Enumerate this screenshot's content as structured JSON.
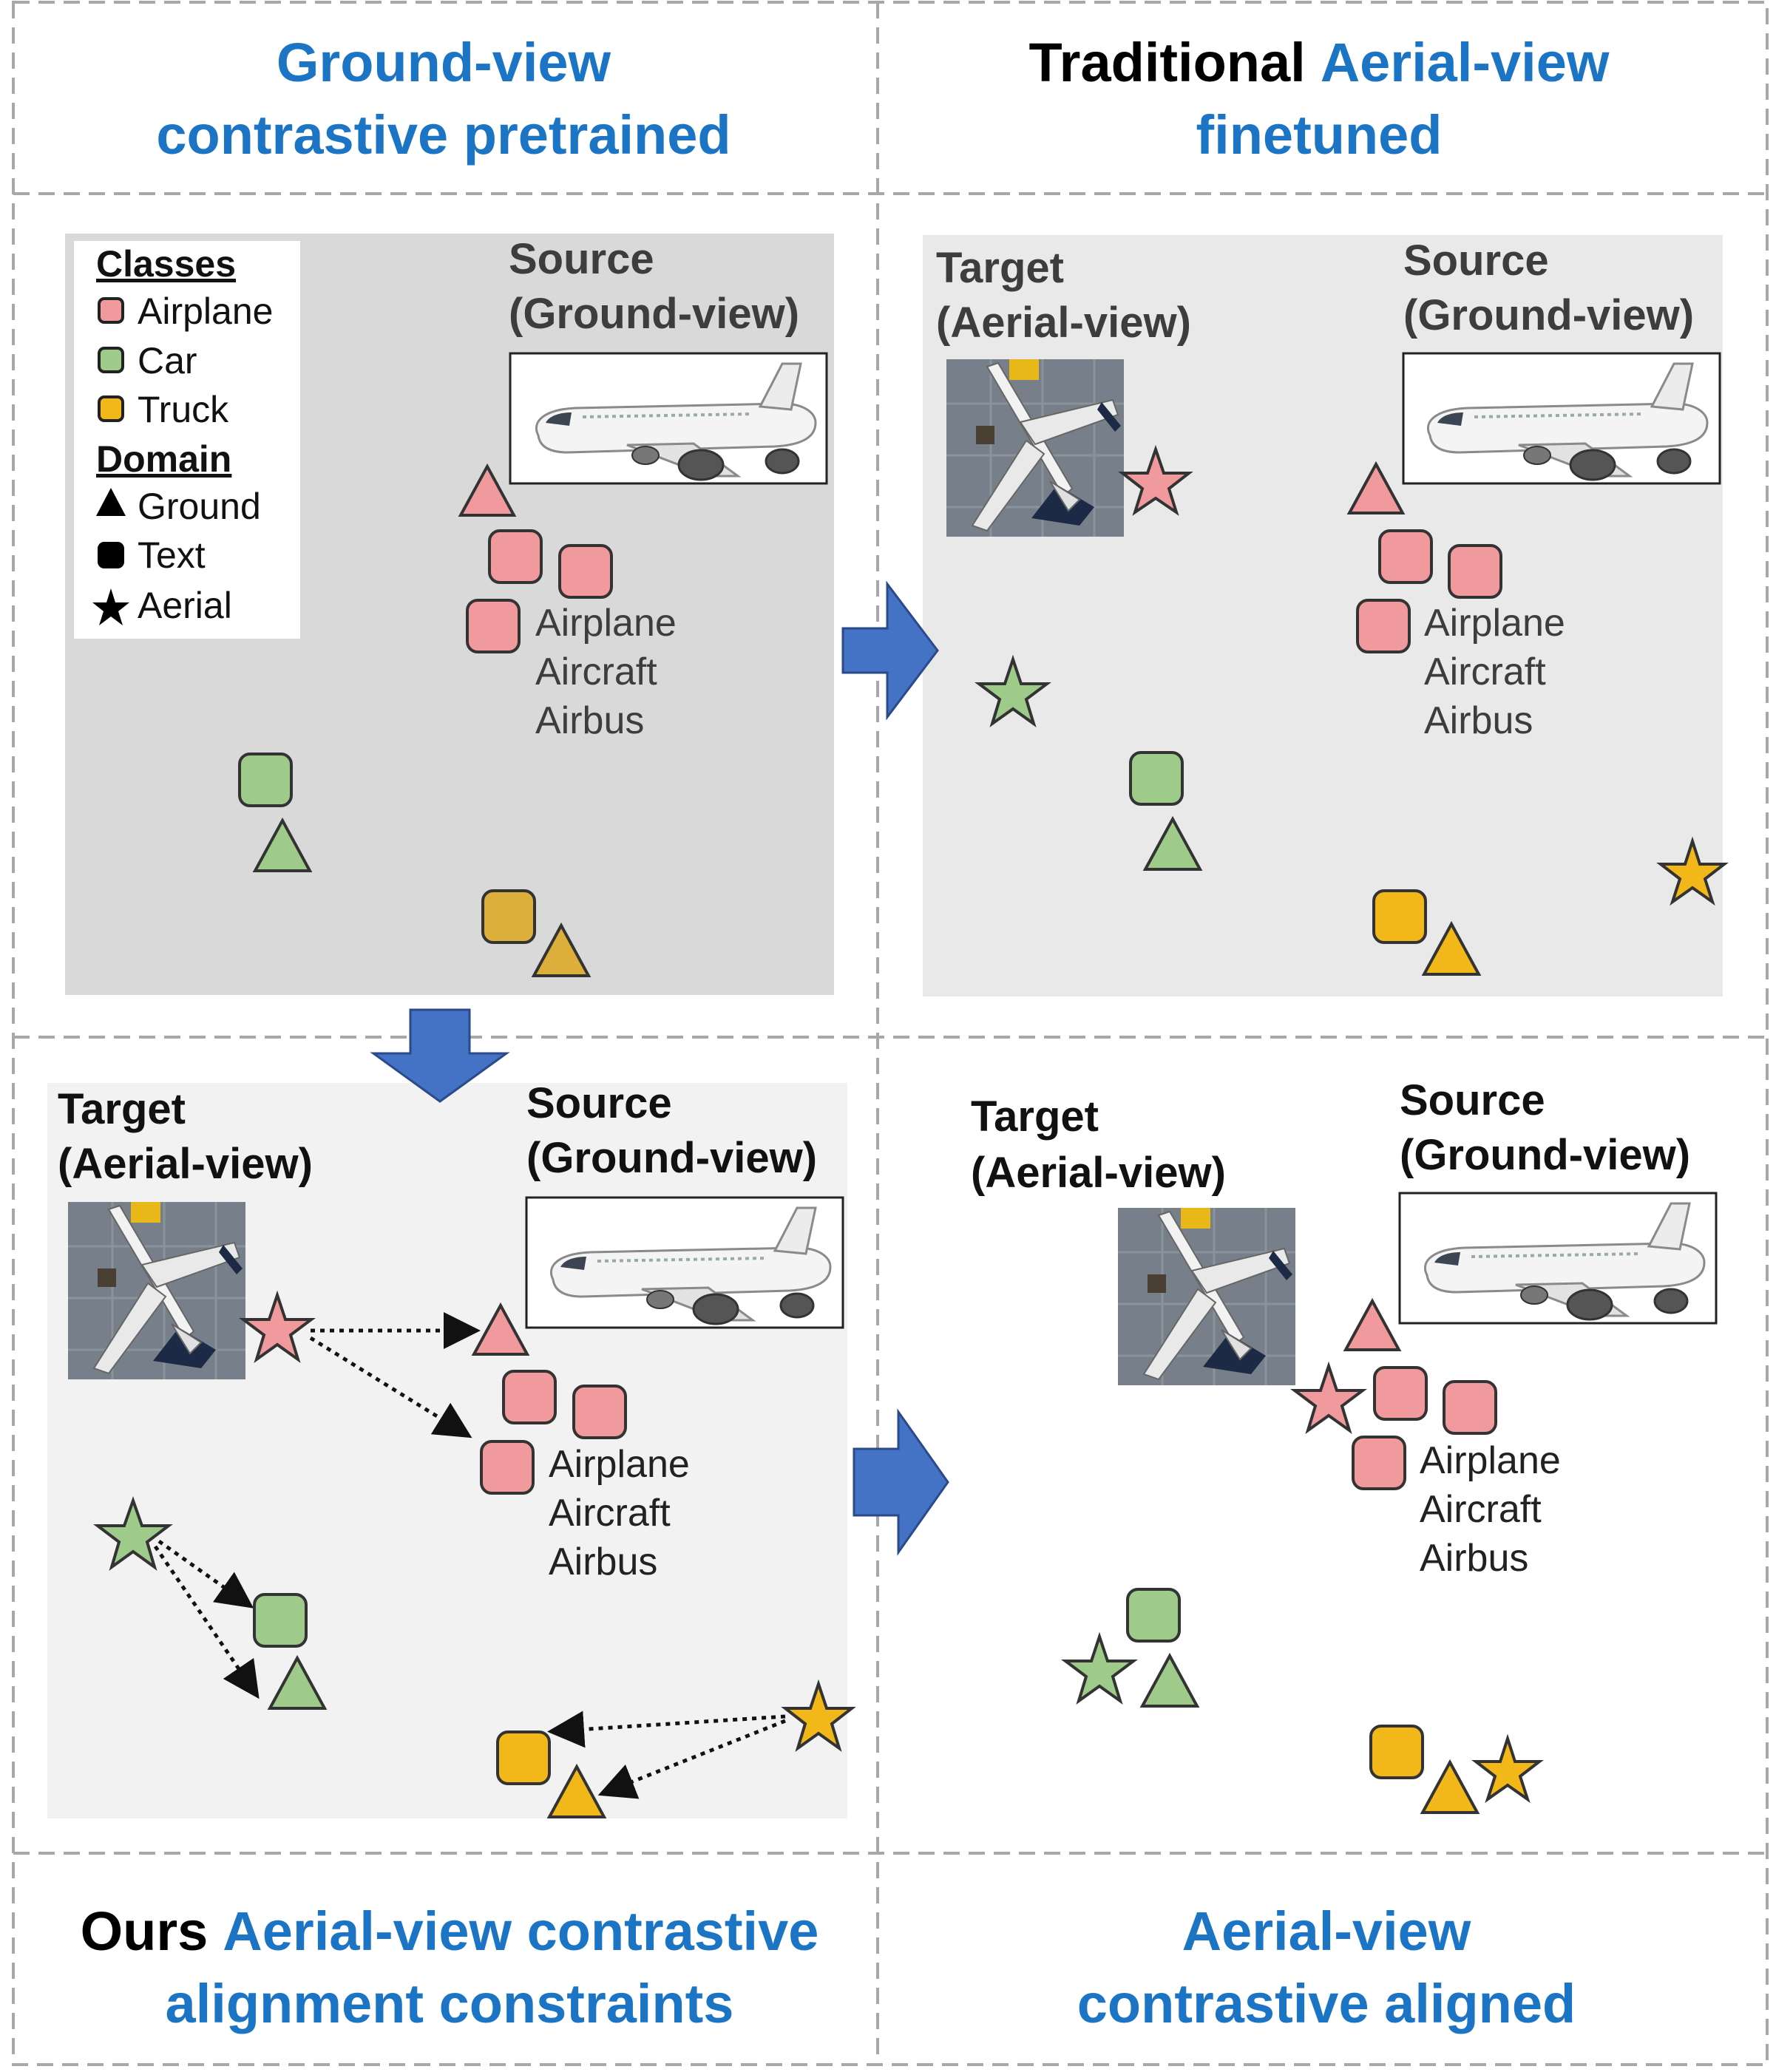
{
  "titles": {
    "q1_line1": "Ground-view",
    "q1_line2": "contrastive pretrained",
    "q2_black": "Traditional",
    "q2_blue": "Aerial-view",
    "q2_line2": "finetuned",
    "q3_black": "Ours",
    "q3_blue1": "Aerial-view contrastive",
    "q3_line2": "alignment constraints",
    "q4_line1": "Aerial-view",
    "q4_line2": "contrastive aligned"
  },
  "legend": {
    "classes_title": "Classes",
    "class_items": [
      "Airplane",
      "Car",
      "Truck"
    ],
    "domain_title": "Domain",
    "domain_items": [
      "Ground",
      "Text",
      "Aerial"
    ]
  },
  "labels": {
    "source_line1": "Source",
    "source_line2": "(Ground-view)",
    "target_line1": "Target",
    "target_line2": "(Aerial-view)"
  },
  "text_words": [
    "Airplane",
    "Aircraft",
    "Airbus"
  ],
  "colors": {
    "airplane": "#f09a9d",
    "car": "#9ecb8a",
    "truck": "#f2b81a",
    "title_blue": "#1c74c4",
    "arrow_blue": "#4472c4"
  }
}
